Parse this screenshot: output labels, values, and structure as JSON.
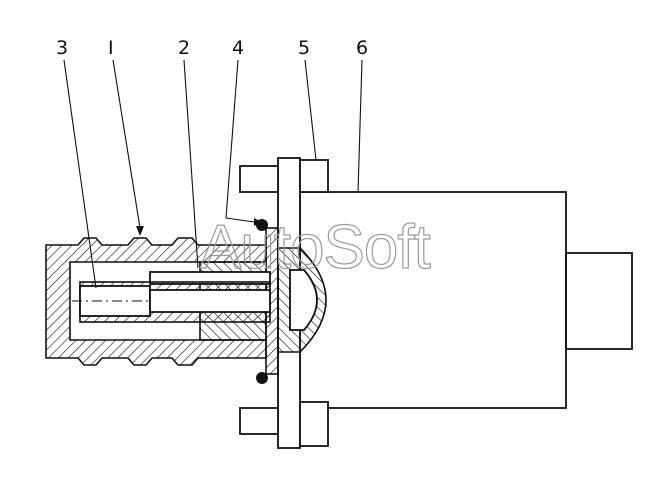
{
  "callouts": {
    "n3": "3",
    "n1": "I",
    "n2": "2",
    "n4": "4",
    "n5": "5",
    "n6": "6"
  },
  "watermark": "AutoSoft"
}
